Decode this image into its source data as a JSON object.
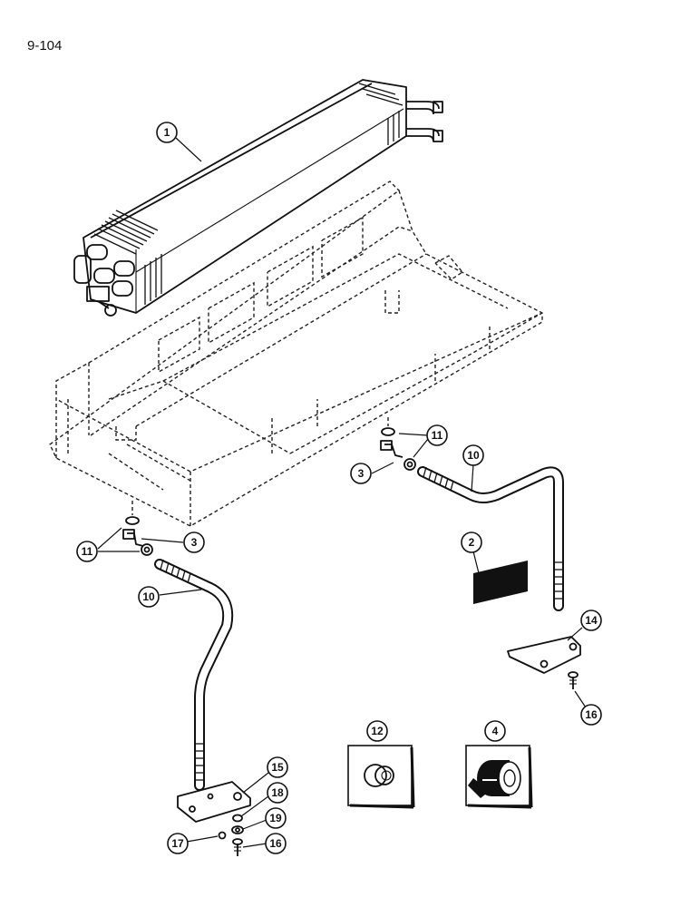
{
  "page": {
    "label": "9-104"
  },
  "callouts": {
    "c1": "1",
    "c2": "2",
    "c3a": "3",
    "c3b": "3",
    "c4": "4",
    "c10a": "10",
    "c10b": "10",
    "c11a": "11",
    "c11b": "11",
    "c12": "12",
    "c14": "14",
    "c15": "15",
    "c16a": "16",
    "c16b": "16",
    "c17": "17",
    "c18": "18",
    "c19": "19"
  }
}
